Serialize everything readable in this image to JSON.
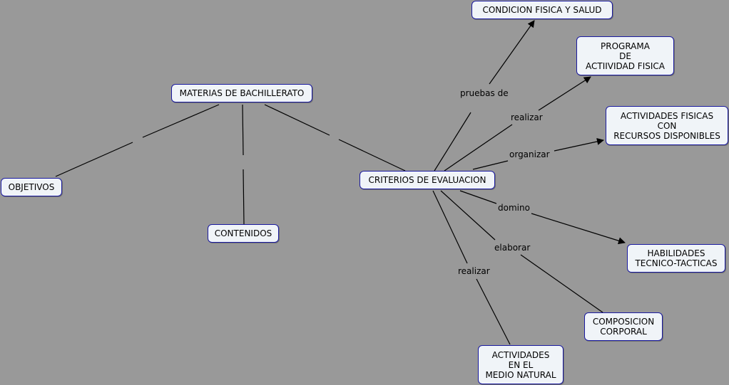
{
  "nodes": {
    "materias": "MATERIAS DE BACHILLERATO",
    "objetivos": "OBJETIVOS",
    "contenidos": "CONTENIDOS",
    "criterios": "CRITERIOS DE EVALUACION",
    "condicion": "CONDICION FISICA  Y SALUD",
    "programa": "PROGRAMA\nDE\nACTIIVIDAD FISICA",
    "actividades_recursos": "ACTIVIDADES FISICAS\nCON\nRECURSOS DISPONIBLES",
    "habilidades": "HABILIDADES\nTECNICO-TACTICAS",
    "composicion": "COMPOSICION\nCORPORAL",
    "medio_natural": "ACTIVIDADES\nEN EL\nMEDIO NATURAL"
  },
  "links": {
    "pruebas_de": "pruebas de",
    "realizar_programa": "realizar",
    "organizar": "organizar",
    "domino": "domino",
    "elaborar": "elaborar",
    "realizar_medio": "realizar"
  }
}
